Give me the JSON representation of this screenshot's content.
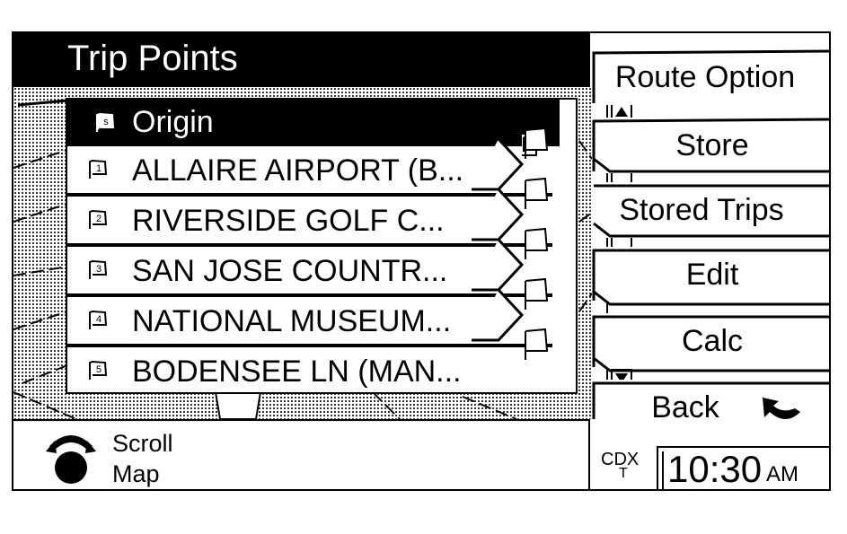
{
  "header": {
    "title": "Trip Points"
  },
  "list": {
    "origin_label": "Origin",
    "items": [
      {
        "number": "1",
        "label": "ALLAIRE AIRPORT (B..."
      },
      {
        "number": "2",
        "label": "RIVERSIDE GOLF C..."
      },
      {
        "number": "3",
        "label": "SAN JOSE COUNTR..."
      },
      {
        "number": "4",
        "label": "NATIONAL MUSEUM..."
      },
      {
        "number": "5",
        "label": "BODENSEE LN (MAN..."
      }
    ],
    "origin_flag_letter": "s"
  },
  "buttons": {
    "route_option": "Route Option",
    "store": "Store",
    "stored_trips": "Stored Trips",
    "edit": "Edit",
    "calc": "Calc",
    "back": "Back"
  },
  "footer": {
    "scroll_line1": "Scroll",
    "scroll_line2": "Map",
    "source_top": "CDX",
    "source_bottom": "T",
    "time": "10:30",
    "ampm": "AM"
  },
  "icons": {
    "flag": "flag-icon",
    "scroll_up": "arrow-up-icon",
    "scroll_down": "arrow-down-icon",
    "back": "back-arrow-icon",
    "joystick": "joystick-icon"
  }
}
